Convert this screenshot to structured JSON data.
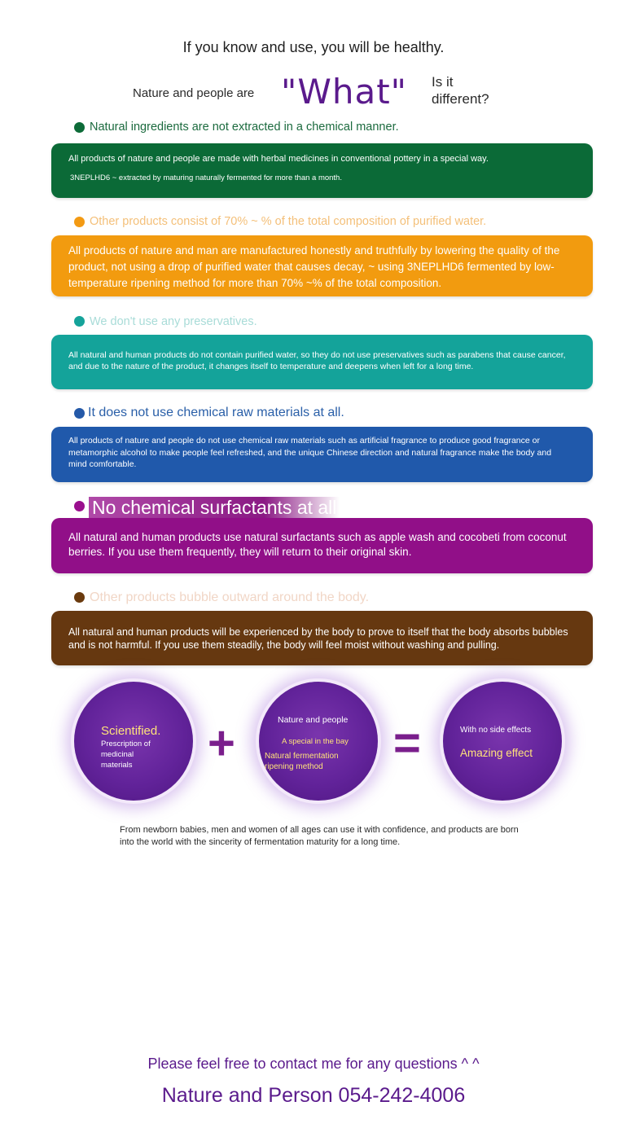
{
  "tagline": "If you know and use, you will be healthy.",
  "question": {
    "left": "Nature and people are",
    "what": "\"What\"",
    "right": "Is it different?"
  },
  "sections": [
    {
      "heading": "Natural ingredients are not extracted in a chemical manner.",
      "heading_color": "#1b6a3e",
      "dot_color": "#0d6b38",
      "card_color": "#0b6a37",
      "body": [
        "All products of nature and people are made with herbal medicines in conventional pottery in a special way.",
        "3NEPLHD6 ~ extracted by maturing naturally fermented for more than a month."
      ]
    },
    {
      "heading": "Other products consist of 70% ~ % of the total composition of purified water.",
      "heading_color": "#f4c07a",
      "dot_color": "#f39a13",
      "card_color": "#f29b0f",
      "body": [
        "All products of nature and man are manufactured honestly and truthfully by lowering the quality of the product, not using a drop of purified water that causes decay, ~ using 3NEPLHD6 fermented by low-temperature ripening method for more than 70% ~% of the total composition."
      ]
    },
    {
      "heading": "We don't use any preservatives.",
      "heading_color": "#a9dcd8",
      "dot_color": "#15a39a",
      "card_color": "#14a39a",
      "body": [
        "All natural and human products do not contain purified water, so they do not use preservatives such as parabens that cause cancer, and due to the nature of the product, it changes itself to temperature and deepens when left for a long time."
      ]
    },
    {
      "heading": "It does not use chemical raw materials at all.",
      "heading_color": "#2a5fa8",
      "dot_color": "#2459a8",
      "card_color": "#2059ab",
      "body": [
        "All products of nature and people do not use chemical raw materials such as artificial fragrance to produce good fragrance or metamorphic alcohol to make people feel refreshed, and the unique Chinese direction and natural fragrance make the body and mind comfortable."
      ]
    },
    {
      "heading": "No chemical surfactants at all",
      "heading_color": "#ffffff",
      "dot_color": "#9a0f8e",
      "card_color": "#910f88",
      "body": [
        "All natural and human products use natural surfactants such as apple wash and cocobeti from coconut berries. If you use them frequently, they will return to their original skin."
      ]
    },
    {
      "heading": "Other products bubble outward around the body.",
      "heading_color": "#f1d6c6",
      "dot_color": "#6a3a0e",
      "card_color": "#663810",
      "body": [
        "All natural and human products will be experienced by the body to prove to itself that the body absorbs bubbles and is not harmful. If you use them steadily, the body will feel moist without washing and pulling."
      ]
    }
  ],
  "equation": {
    "plus": "+",
    "equals": "=",
    "c1": {
      "title": "Scientified.",
      "sub": "Prescription of medicinal materials"
    },
    "c2": {
      "line1": "Nature and people",
      "line2": "A special in the bay",
      "line3": "Natural fermentation ripening method"
    },
    "c3": {
      "line1": "With no side effects",
      "line2": "Amazing effect"
    }
  },
  "footer": "From newborn babies, men and women of all ages can use it with confidence, and products are born into the world with the sincerity of fermentation maturity for a long time.",
  "contact": {
    "line1": "Please feel free to contact me for any questions ^ ^",
    "line2": "Nature and Person 054-242-4006"
  },
  "colors": {
    "accent_purple": "#5a1a8c",
    "highlight_yellow": "#ffe27a"
  }
}
